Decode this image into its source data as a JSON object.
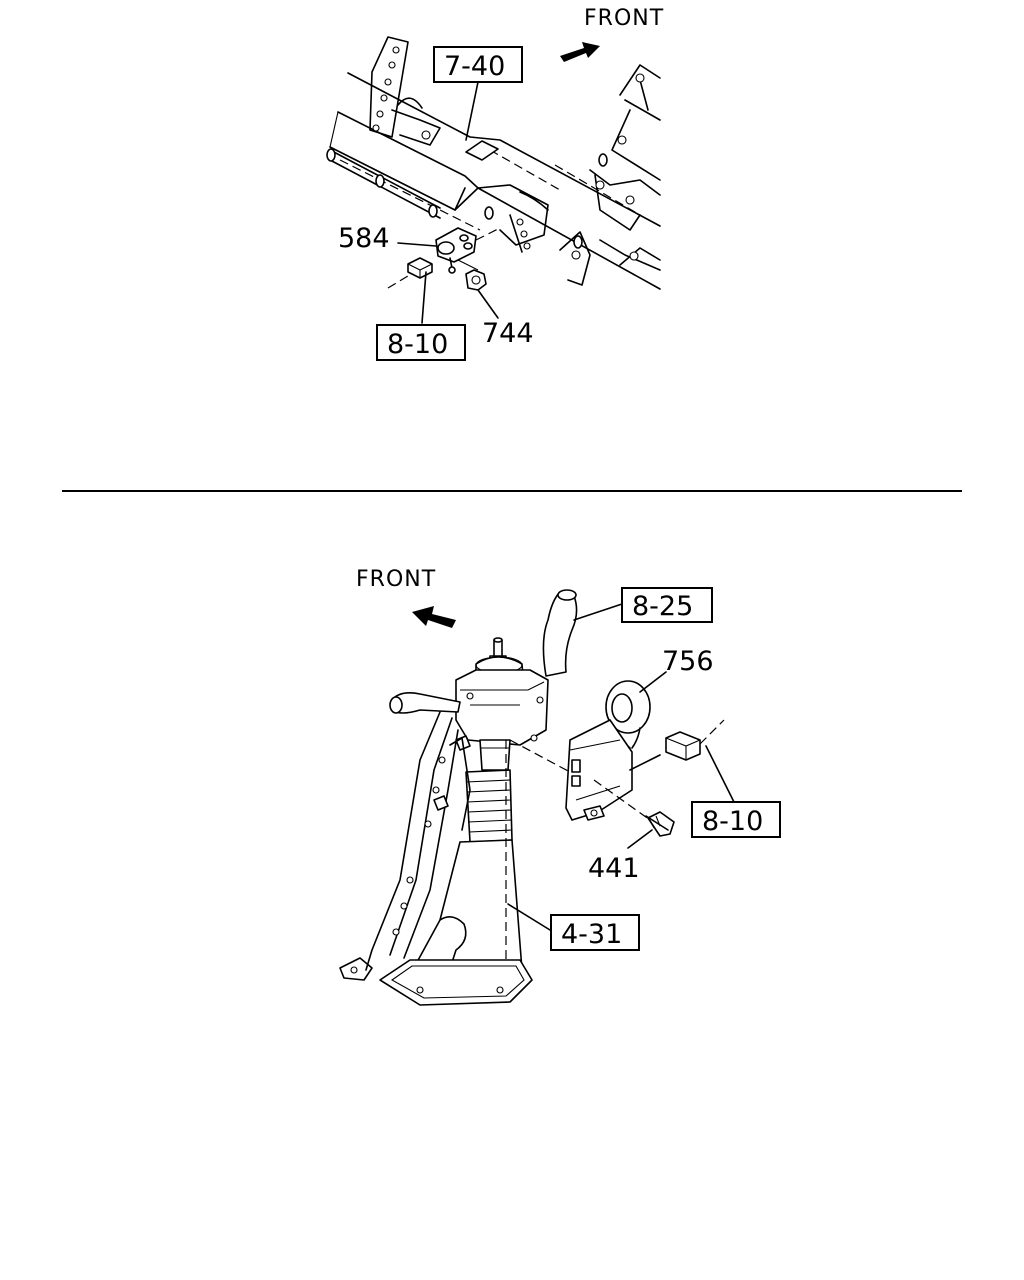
{
  "upper_view": {
    "front_label": "FRONT",
    "callouts": {
      "ref_7_40": "7-40",
      "part_584": "584",
      "ref_8_10": "8-10",
      "part_744": "744"
    }
  },
  "lower_view": {
    "front_label": "FRONT",
    "callouts": {
      "ref_8_25": "8-25",
      "part_756": "756",
      "ref_8_10": "8-10",
      "part_441": "441",
      "ref_4_31": "4-31"
    }
  }
}
